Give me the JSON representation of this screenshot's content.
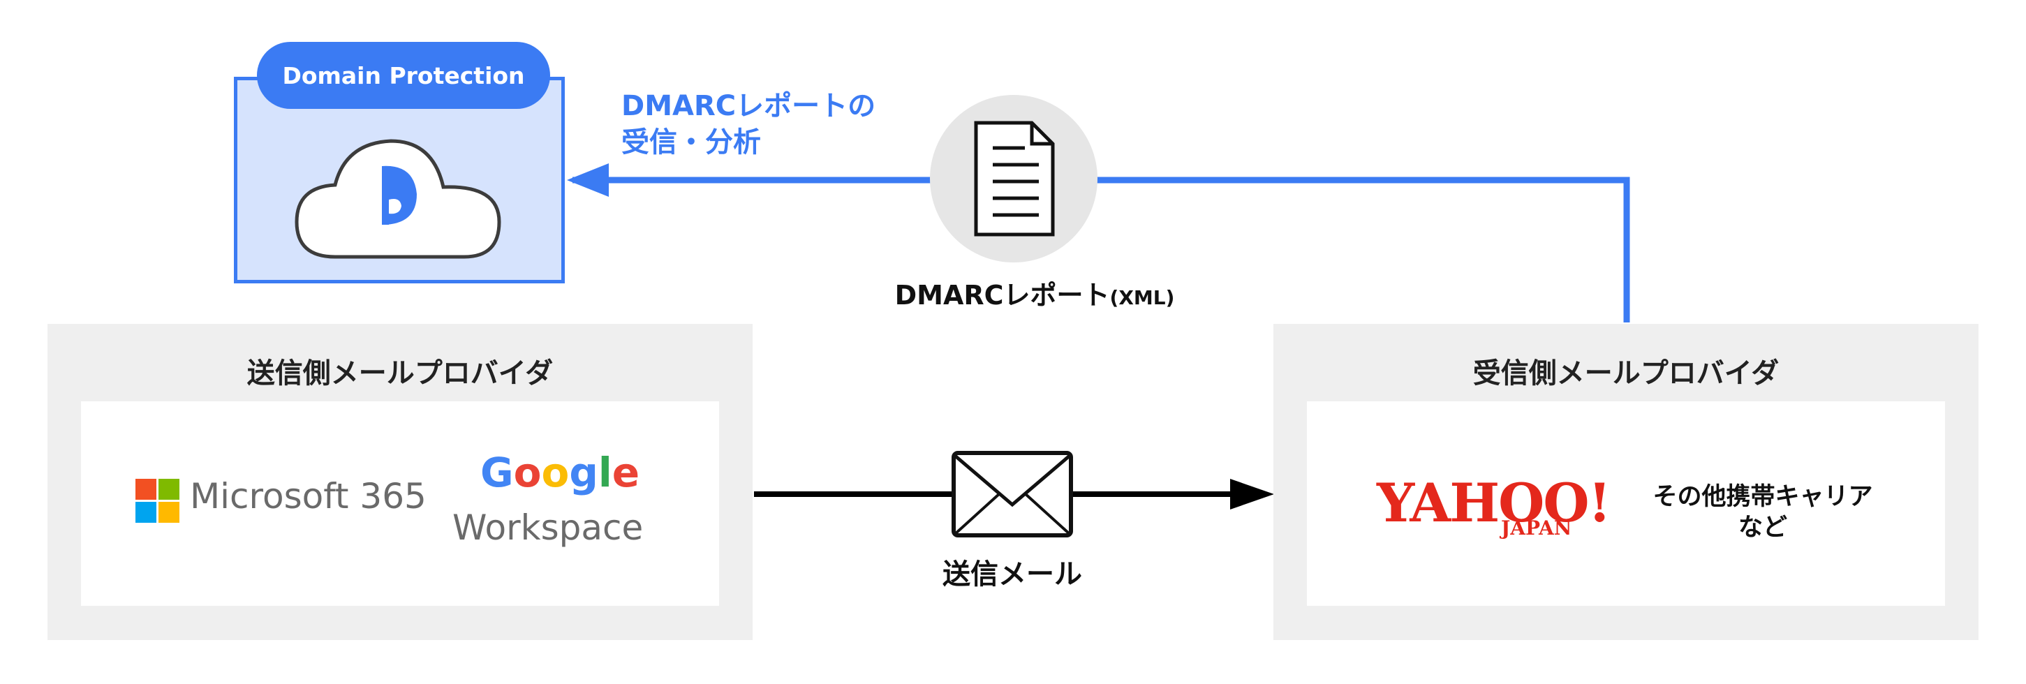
{
  "domain_protection": {
    "label": "Domain Protection",
    "icon": "cloud-d-logo-icon"
  },
  "report_flow": {
    "label_line1": "DMARCレポートの",
    "label_line2": "受信・分析",
    "report_label": "DMARCレポート",
    "report_format": "(XML)",
    "report_icon": "document-icon"
  },
  "sender": {
    "title": "送信側メールプロバイダ",
    "microsoft": {
      "name": "Microsoft 365",
      "icon": "microsoft-logo-icon"
    },
    "google": {
      "letters": [
        {
          "ch": "G",
          "color": "#4285F4"
        },
        {
          "ch": "o",
          "color": "#EA4335"
        },
        {
          "ch": "o",
          "color": "#FBBC05"
        },
        {
          "ch": "g",
          "color": "#4285F4"
        },
        {
          "ch": "l",
          "color": "#34A853"
        },
        {
          "ch": "e",
          "color": "#EA4335"
        }
      ],
      "product": "Workspace"
    }
  },
  "mail_flow": {
    "label": "送信メール",
    "icon": "envelope-icon"
  },
  "receiver": {
    "title": "受信側メールプロバイダ",
    "yahoo": {
      "word": "YAHOO!",
      "sub": "JAPAN"
    },
    "others": {
      "line1": "その他携帯キャリア",
      "line2": "など"
    }
  },
  "colors": {
    "accent": "#3b7bf3",
    "panel": "#efefef",
    "yahoo_red": "#e4281c",
    "badge_fill": "#d6e3fd"
  }
}
